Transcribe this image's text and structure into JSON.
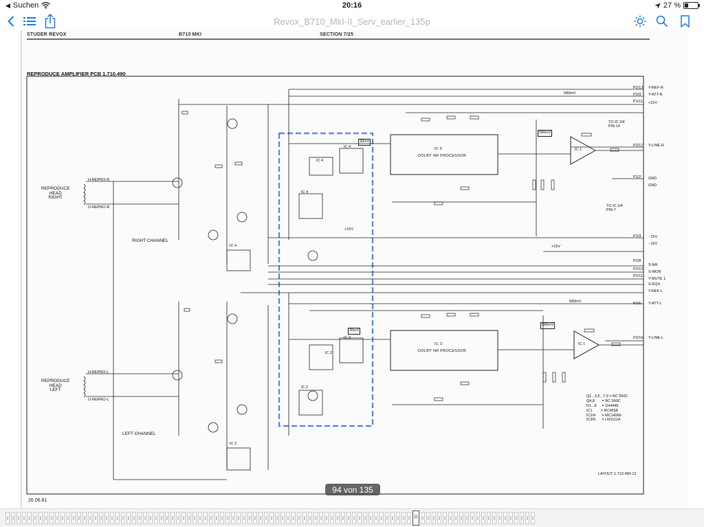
{
  "status_bar": {
    "back_app": "Suchen",
    "time": "20:16",
    "battery": "27 %",
    "battery_level": 0.27
  },
  "toolbar": {
    "title": "Revox_B710_MkI-II_Serv_earlier_135p"
  },
  "document": {
    "header": {
      "brand": "STUDER REVOX",
      "model": "B710 MKI",
      "section": "SECTION 7/25"
    },
    "pcb_title": "REPRODUCE AMPLIFIER PCB   1.710.490",
    "date": "26.06.81",
    "schematic": {
      "labels": [
        {
          "id": "head_r",
          "text": "REPRODUCE\nHEAD\nRIGHT"
        },
        {
          "id": "head_l",
          "text": "REPRODUCE\nHEAD\nLEFT"
        },
        {
          "id": "right_channel",
          "text": "RIGHT CHANNEL"
        },
        {
          "id": "left_channel",
          "text": "LEFT CHANNEL"
        },
        {
          "id": "h_repro_r",
          "text": "H-REPRO-R"
        },
        {
          "id": "o_repro_r",
          "text": "O-REPRO-R"
        },
        {
          "id": "h_repro_l",
          "text": "H-REPRO-L"
        },
        {
          "id": "o_repro_l",
          "text": "O-REPRO-L"
        },
        {
          "id": "ic5",
          "text": "IC 5"
        },
        {
          "id": "ic5_dolby",
          "text": "DOLBY NR PROCESSOR"
        },
        {
          "id": "ic3",
          "text": "IC 3"
        },
        {
          "id": "ic3_dolby",
          "text": "DOLBY NR PROCESSOR"
        },
        {
          "id": "ic1_top",
          "text": "IC 1"
        },
        {
          "id": "ic1_bot",
          "text": "IC 1"
        },
        {
          "id": "ic4_a",
          "text": "IC 4"
        },
        {
          "id": "ic4_b",
          "text": "IC 4"
        },
        {
          "id": "ic4_c",
          "text": "IC 4"
        },
        {
          "id": "ic4_d",
          "text": "IC 4"
        },
        {
          "id": "ic2_a",
          "text": "IC 2"
        },
        {
          "id": "ic2_b",
          "text": "IC 2"
        },
        {
          "id": "ic2_c",
          "text": "IC 2"
        },
        {
          "id": "ic2_d",
          "text": "IC 2"
        },
        {
          "id": "mv30_top",
          "text": "30mV"
        },
        {
          "id": "mv30_bot",
          "text": "30mV"
        },
        {
          "id": "mv580_top_box",
          "text": "580mV"
        },
        {
          "id": "mv580_bot_box",
          "text": "580mV"
        },
        {
          "id": "mv580_top_line",
          "text": "580mV"
        },
        {
          "id": "mv580_bot_line",
          "text": "580mV"
        },
        {
          "id": "to_ic24_pin14",
          "text": "TO IC 2/4\nPIN 14"
        },
        {
          "id": "to_ic24_pin7",
          "text": "TO IC 2/4\nPIN 7"
        },
        {
          "id": "plus15v_a",
          "text": "+15V"
        },
        {
          "id": "plus15v_b",
          "text": "+15V"
        },
        {
          "id": "minus15v",
          "text": "- 15V"
        },
        {
          "id": "gnd",
          "text": "GND"
        },
        {
          "id": "layout",
          "text": "LAYOUT  1.710.490-12"
        },
        {
          "id": "q1_legend",
          "text": "Q1...3,5...7,9 = BC 550C\nQ4,8       = BC 560C\nD1...8     = 1N4448\nIC1        = RC4558\nIC2/4      = MC14066\nIC3/5      = LM1111A"
        },
        {
          "id": "p2_13",
          "text": "P2/13"
        },
        {
          "id": "p2_9",
          "text": "P2/9"
        },
        {
          "id": "p1_11",
          "text": "P1/11"
        },
        {
          "id": "p2_17",
          "text": "P2/17"
        },
        {
          "id": "p1_2",
          "text": "P1/2"
        },
        {
          "id": "p1_3",
          "text": "P1/3"
        },
        {
          "id": "p2_8",
          "text": "P2/8"
        },
        {
          "id": "p2_12",
          "text": "P2/12"
        },
        {
          "id": "p2_11",
          "text": "P2/11"
        },
        {
          "id": "p2_6",
          "text": "P2/6"
        },
        {
          "id": "p2_16",
          "text": "P2/16"
        },
        {
          "id": "y_ref_r",
          "text": "Y-REF-R"
        },
        {
          "id": "y_att_r",
          "text": "Y-ATT-R"
        },
        {
          "id": "plus15v_c",
          "text": "+15V"
        },
        {
          "id": "y_line_r",
          "text": "Y-LINE-R"
        },
        {
          "id": "gnd_r",
          "text": "GND"
        },
        {
          "id": "minus15v_b",
          "text": "- 15V"
        },
        {
          "id": "s_nr",
          "text": "S-NR"
        },
        {
          "id": "s_mon",
          "text": "S-MON"
        },
        {
          "id": "y_mute1",
          "text": "Y-MUTE 1"
        },
        {
          "id": "s_eqs",
          "text": "S-EQS"
        },
        {
          "id": "y_ref_l",
          "text": "Y-REF-L"
        },
        {
          "id": "y_att_l",
          "text": "Y-ATT-L"
        },
        {
          "id": "y_line_l",
          "text": "Y-LINE-L"
        }
      ]
    }
  },
  "page_indicator": "94 von 135",
  "thumbnail_count": 96,
  "current_thumbnail_index": 74
}
